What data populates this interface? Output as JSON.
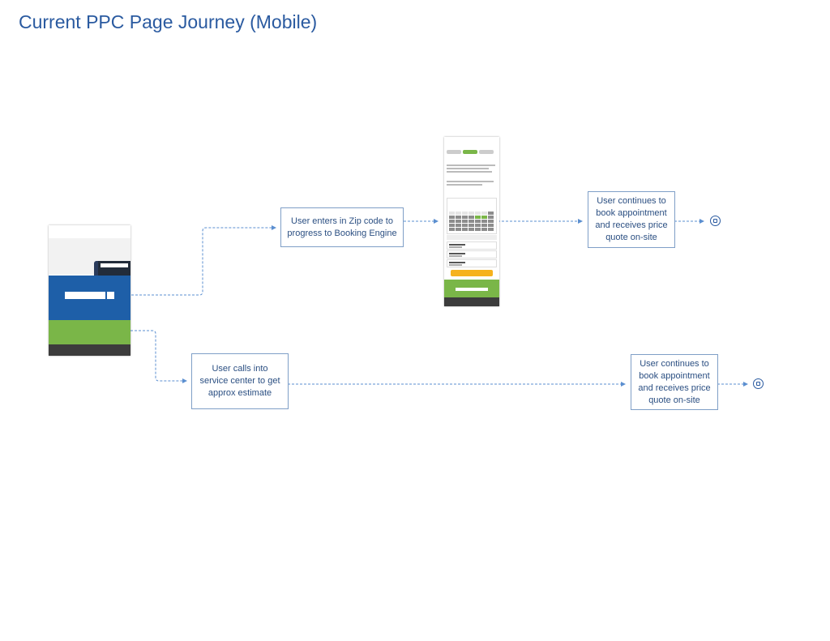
{
  "title": "Current PPC Page Journey (Mobile)",
  "boxes": {
    "zip": "User enters in Zip code to\nprogress to Booking Engine",
    "calls": "User calls into\nservice center to get\napprox estimate",
    "continues_top": "User continues to\nbook appointment\nand receives price\nquote on-site",
    "continues_bottom": "User continues to\nbook appointment\nand receives price\nquote on-site"
  },
  "colors": {
    "title": "#2a5aa0",
    "box_border": "#7f9fc7",
    "box_text": "#2b4f82",
    "connector": "#5b8fd0",
    "brand_blue": "#1e5fa8",
    "brand_green": "#7ab648"
  },
  "icons": {
    "end_top": "calendar-check-icon",
    "end_bottom": "calendar-check-icon"
  }
}
